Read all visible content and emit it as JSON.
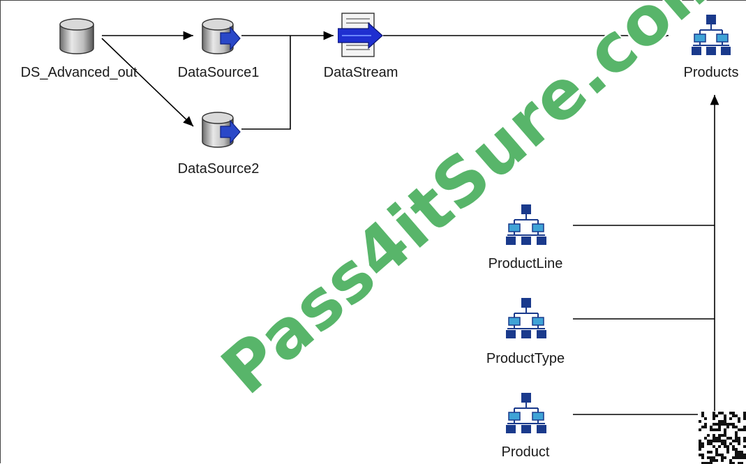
{
  "nodes": {
    "ds_advanced_out": {
      "label": "DS_Advanced_out"
    },
    "datasource1": {
      "label": "DataSource1"
    },
    "datasource2": {
      "label": "DataSource2"
    },
    "datastream": {
      "label": "DataStream"
    },
    "products": {
      "label": "Products"
    },
    "productline": {
      "label": "ProductLine"
    },
    "producttype": {
      "label": "ProductType"
    },
    "product": {
      "label": "Product"
    }
  },
  "watermark": {
    "text": "Pass4itSure.com"
  },
  "colors": {
    "hierarchy_dark": "#1a3a8c",
    "hierarchy_light": "#3fa3d6",
    "stream_arrow": "#1f2fd0",
    "watermark": "#58b56a"
  },
  "icons": {
    "database": "database-cylinder-icon",
    "datasource": "datasource-icon",
    "datastream": "datastream-icon",
    "hierarchy": "hierarchy-icon",
    "qrcode": "qr-code-icon"
  }
}
